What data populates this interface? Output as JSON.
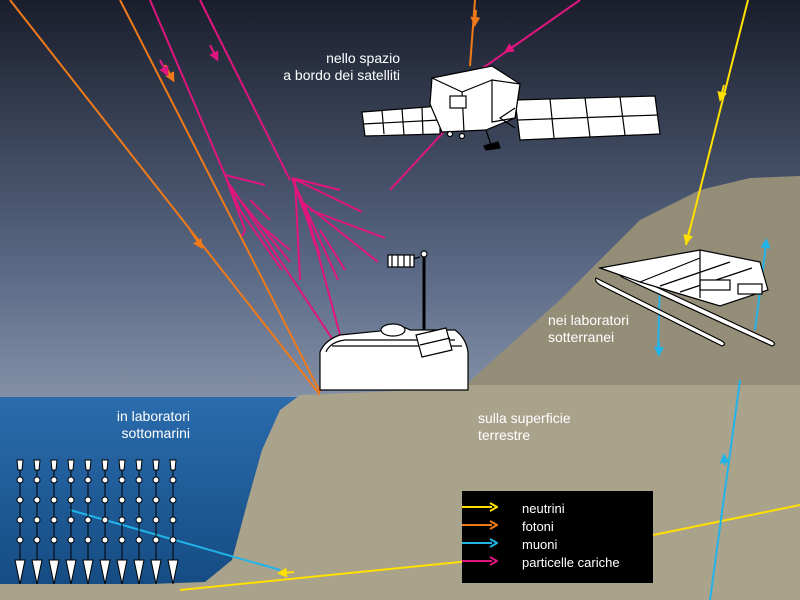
{
  "labels": {
    "space": [
      "nello spazio",
      "a bordo dei satelliti"
    ],
    "surface": [
      "sulla superficie",
      "terrestre"
    ],
    "underground": [
      "nei laboratori",
      "sotterranei"
    ],
    "undersea": [
      "in laboratori",
      "sottomarini"
    ]
  },
  "legend": [
    {
      "label": "neutrini",
      "color": "#ffe000"
    },
    {
      "label": "fotoni",
      "color": "#f07a1a"
    },
    {
      "label": "muoni",
      "color": "#22b4e8"
    },
    {
      "label": "particelle cariche",
      "color": "#e0157e"
    }
  ],
  "colors": {
    "sky_top": "#1c2130",
    "sky_bottom": "#b8c3d6",
    "sea": "#1b5da0",
    "ground": "#a9a28b",
    "mountain": "#948e79",
    "legend_bg": "#000000"
  }
}
